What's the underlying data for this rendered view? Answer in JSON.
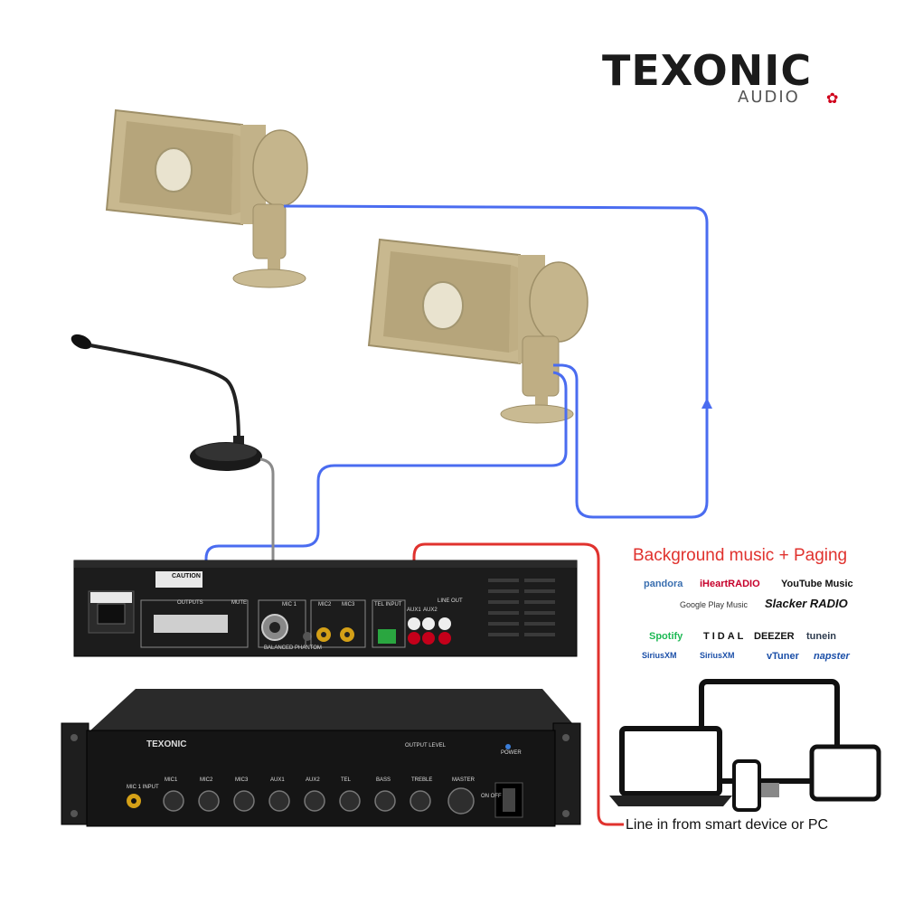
{
  "brand": {
    "name": "TEXONIC",
    "sub": "AUDIO"
  },
  "bgm": {
    "title": "Background music + Paging",
    "services": [
      "pandora",
      "iHeartRADIO",
      "YouTube Music",
      "Google Play Music",
      "Slacker RADIO",
      "Spotify",
      "TIDAL",
      "DEEZER",
      "tunein",
      "SiriusXM",
      "SiriusXM",
      "vTuner",
      "napster"
    ]
  },
  "caption": "Line in from smart device or PC",
  "amp_panel": {
    "caution": "CAUTION",
    "outputs": "OUTPUTS",
    "mic1": "MIC 1",
    "mic2": "MIC2",
    "mic3": "MIC3",
    "tel_input": "TEL INPUT",
    "aux1": "AUX1",
    "aux2": "AUX2",
    "line_out": "LINE OUT",
    "mute": "MUTE",
    "phantom": "PHANTOM",
    "balanced": "BALANCED"
  },
  "amp_front": {
    "brand": "TEXONIC",
    "knobs": [
      "MIC1",
      "MIC2",
      "MIC3",
      "AUX1",
      "AUX2",
      "TEL",
      "BASS",
      "TREBLE",
      "MASTER"
    ],
    "mic_input": "MIC 1 INPUT",
    "power": "POWER",
    "output_level": "OUTPUT LEVEL",
    "on_off": "ON OFF"
  },
  "colors": {
    "blue_wire": "#4a6cf0",
    "red_wire": "#e0322e",
    "gray_wire": "#8a8a8a",
    "horn": "#c9ba92"
  }
}
